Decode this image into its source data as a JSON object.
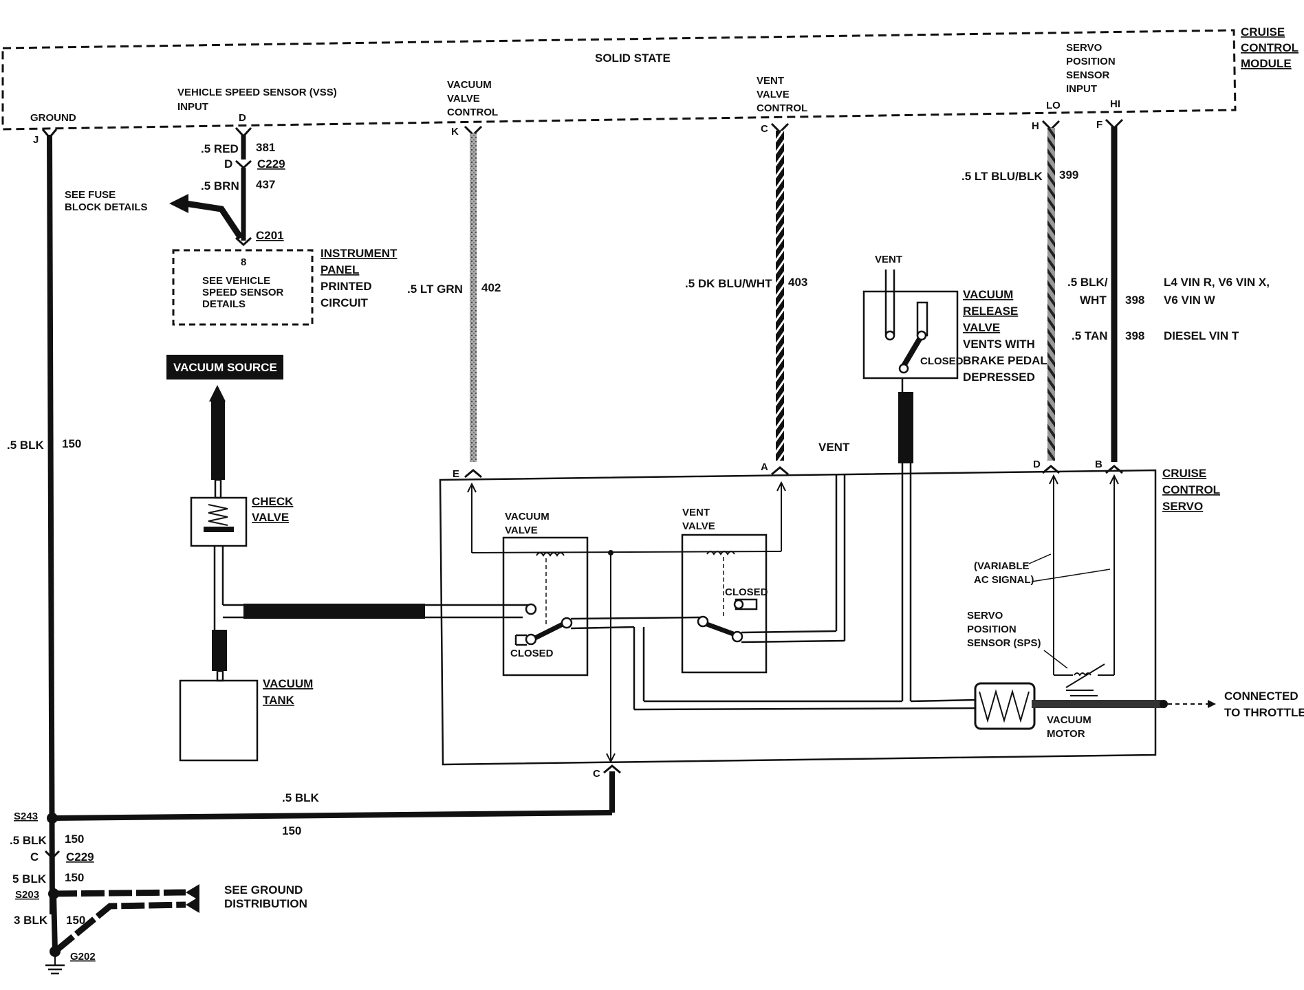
{
  "module": {
    "title_line1": "CRUISE",
    "title_line2": "CONTROL",
    "title_line3": "MODULE",
    "solid_state": "SOLID STATE",
    "ground": "GROUND",
    "vss_line1": "VEHICLE SPEED SENSOR (VSS)",
    "vss_line2": "INPUT",
    "vss_pin": "D",
    "vacuum_line1": "VACUUM",
    "vacuum_line2": "VALVE",
    "vacuum_line3": "CONTROL",
    "vent_line1": "VENT",
    "vent_line2": "VALVE",
    "vent_line3": "CONTROL",
    "sps_line1": "SERVO",
    "sps_line2": "POSITION",
    "sps_line3": "SENSOR",
    "sps_line4": "INPUT",
    "lo": "LO",
    "hi": "HI"
  },
  "pins": {
    "j": "J",
    "k": "K",
    "c": "C",
    "h": "H",
    "f": "F",
    "e": "E",
    "a": "A",
    "d": "D",
    "b": "B",
    "c_servo": "C"
  },
  "wires": {
    "red_color": ".5 RED",
    "red_num": "381",
    "c229_pin": "D",
    "c229": "C229",
    "brn_color": ".5 BRN",
    "brn_num": "437",
    "c201": "C201",
    "c201_pin": "8",
    "fuse_line1": "SEE FUSE",
    "fuse_line2": "BLOCK DETAILS",
    "vss_box_line1": "SEE VEHICLE",
    "vss_box_line2": "SPEED SENSOR",
    "vss_box_line3": "DETAILS",
    "ipc_line1": "INSTRUMENT",
    "ipc_line2": "PANEL",
    "ipc_line3": "PRINTED",
    "ipc_line4": "CIRCUIT",
    "ground_color": ".5 BLK",
    "ground_num": "150",
    "grn_color": ".5 LT GRN",
    "grn_num": "402",
    "dkblu_color": ".5 DK BLU/WHT",
    "dkblu_num": "403",
    "ltblu_color": ".5 LT BLU/BLK",
    "ltblu_num": "399",
    "blk_color_line1": ".5 BLK/",
    "blk_color_line2": "WHT",
    "blk_num": "398",
    "tan_color": ".5 TAN",
    "tan_num": "398",
    "l4_note": "L4 VIN R, V6 VIN X,",
    "v6_note": "V6 VIN W",
    "diesel_note": "DIESEL VIN T",
    "bottom_color": ".5 BLK",
    "bottom_num": "150"
  },
  "vacuum": {
    "source": "VACUUM SOURCE",
    "check_line1": "CHECK",
    "check_line2": "VALVE",
    "tank_line1": "VACUUM",
    "tank_line2": "TANK",
    "vent_top": "VENT",
    "release_line1": "VACUUM",
    "release_line2": "RELEASE",
    "release_line3": "VALVE",
    "release_line4": "VENTS WITH",
    "release_line5": "BRAKE PEDAL",
    "release_line6": "DEPRESSED",
    "closed_release": "CLOSED",
    "vent_servo": "VENT"
  },
  "servo": {
    "title_line1": "CRUISE",
    "title_line2": "CONTROL",
    "title_line3": "SERVO",
    "vacuum_valve_line1": "VACUUM",
    "vacuum_valve_line2": "VALVE",
    "vent_valve_line1": "VENT",
    "vent_valve_line2": "VALVE",
    "closed_vacuum": "CLOSED",
    "closed_vent": "CLOSED",
    "variable_line1": "(VARIABLE",
    "variable_line2": "AC SIGNAL)",
    "sps_line1": "SERVO",
    "sps_line2": "POSITION",
    "sps_line3": "SENSOR (SPS)",
    "motor_line1": "VACUUM",
    "motor_line2": "MOTOR",
    "throttle_line1": "CONNECTED",
    "throttle_line2": "TO THROTTLE"
  },
  "ground_dist": {
    "s243": "S243",
    "blk1_color": ".5 BLK",
    "blk1_num": "150",
    "c229_pin": "C",
    "c229": "C229",
    "blk2_color": "5 BLK",
    "blk2_num": "150",
    "s203": "S203",
    "blk3_color": "3 BLK",
    "blk3_num": "150",
    "g202": "G202",
    "see_line1": "SEE GROUND",
    "see_line2": "DISTRIBUTION"
  }
}
